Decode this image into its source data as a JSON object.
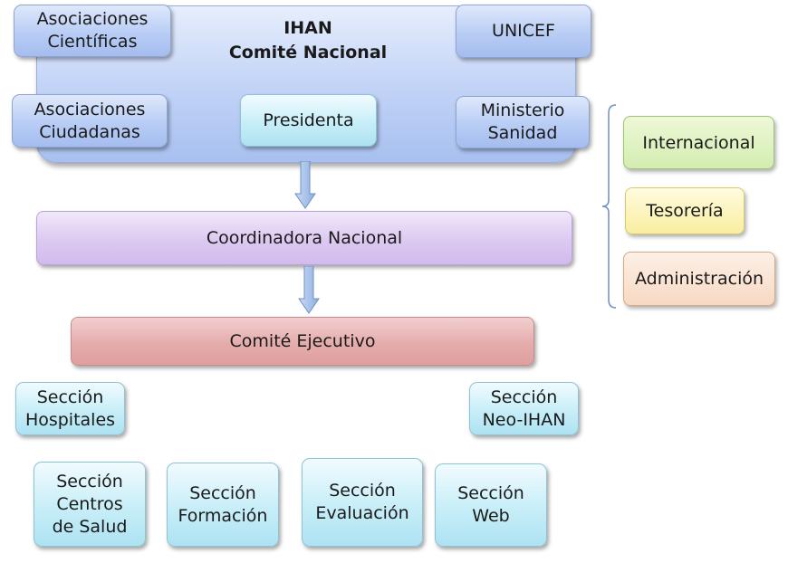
{
  "ihan": {
    "title_line1": "IHAN",
    "title_line2": "Comité Nacional",
    "members": {
      "asociaciones_cientificas": "Asociaciones\nCientíficas",
      "unicef": "UNICEF",
      "asociaciones_ciudadanas": "Asociaciones\nCiudadanas",
      "presidenta": "Presidenta",
      "ministerio": "Ministerio\nSanidad"
    }
  },
  "coordinadora": "Coordinadora Nacional",
  "ejecutivo": "Comité Ejecutivo",
  "side_units": {
    "internacional": "Internacional",
    "tesoreria": "Tesorería",
    "administracion": "Administración"
  },
  "sections": {
    "hospitales": "Sección\nHospitales",
    "neo_ihan": "Sección\nNeo-IHAN",
    "centros_salud": "Sección\nCentros\nde Salud",
    "formacion": "Sección\nFormación",
    "evaluacion": "Sección\nEvaluación",
    "web": "Sección\nWeb"
  },
  "colors": {
    "panel": "#c3d4f7",
    "member_box": "#b8cdf5",
    "section_box": "#c7eef8",
    "coordinadora": "#dcc9f1",
    "ejecutivo": "#e5acac",
    "internacional": "#d3edb0",
    "tesoreria": "#f9ee9f",
    "administracion": "#f7d9c3"
  }
}
